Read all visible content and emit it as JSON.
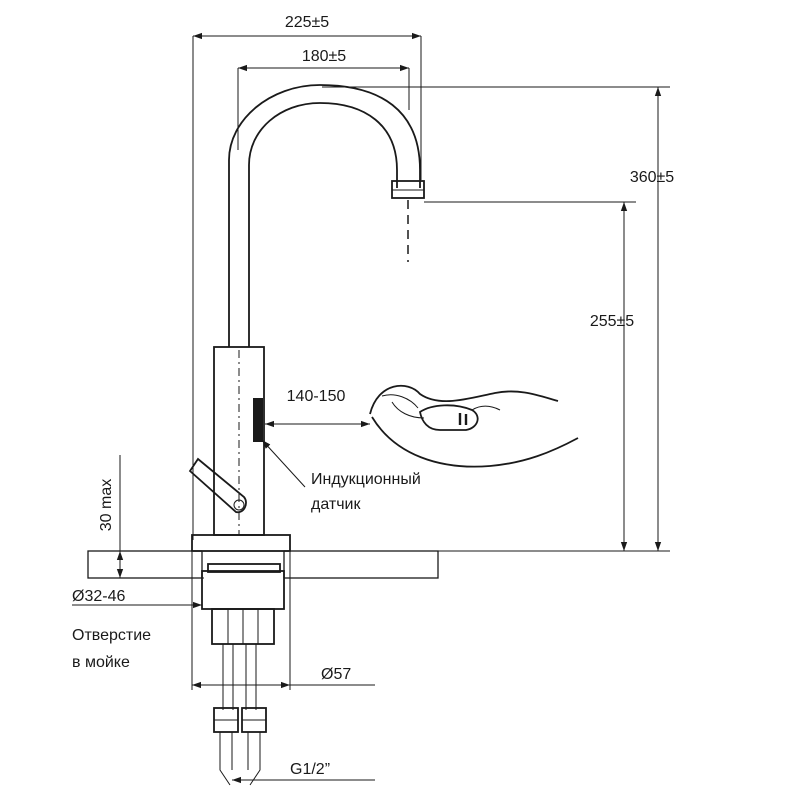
{
  "dimensions": {
    "overall_reach": "225±5",
    "spout_reach": "180±5",
    "total_height": "360±5",
    "spout_height": "255±5",
    "sensor_range": "140-150",
    "max_countertop": "30 max",
    "hole_diameter": "Ø32-46",
    "base_diameter": "Ø57",
    "thread": "G1/2”"
  },
  "labels": {
    "sensor_line1": "Индукционный",
    "sensor_line2": "датчик",
    "hole_line1": "Отверстие",
    "hole_line2": "в мойке"
  },
  "icons": {
    "hand": "hand-icon",
    "sensor": "sensor-icon"
  }
}
